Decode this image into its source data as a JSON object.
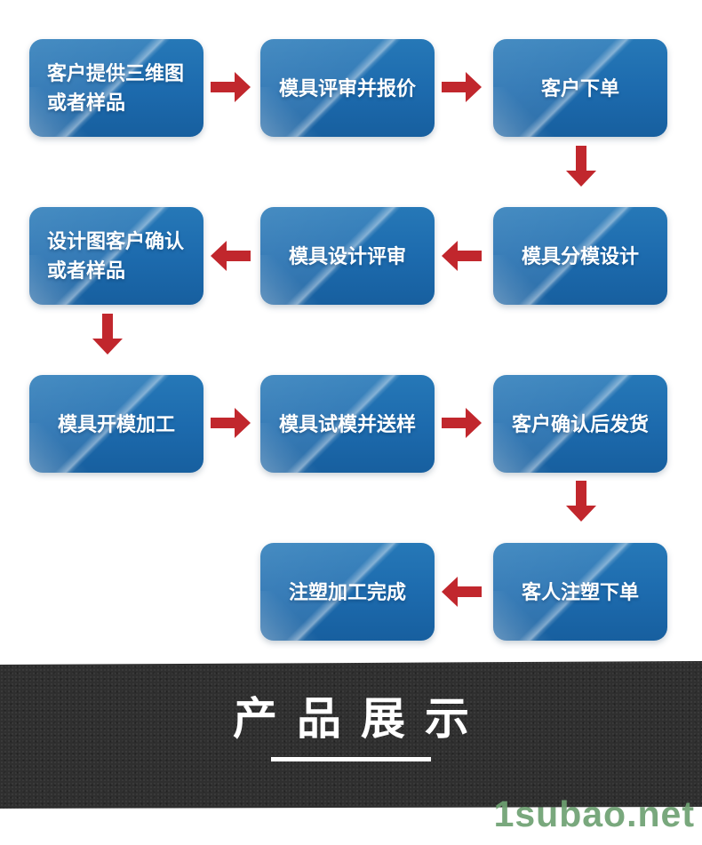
{
  "theme": {
    "arrow_red": "#c1272d",
    "box_blue": "#1d6bae",
    "banner_bg": "#2f2f2f",
    "banner_text": "#ffffff",
    "watermark_green": "#6ea172"
  },
  "flow": {
    "nodes": [
      {
        "id": "customer-provides-drawings",
        "lines": [
          "客户提供三维图",
          "或者样品"
        ]
      },
      {
        "id": "mold-review-quote",
        "lines": [
          "模具评审并报价"
        ]
      },
      {
        "id": "customer-order",
        "lines": [
          "客户下单"
        ]
      },
      {
        "id": "design-confirmation",
        "lines": [
          "设计图客户确认",
          "或者样品"
        ]
      },
      {
        "id": "mold-design-review",
        "lines": [
          "模具设计评审"
        ]
      },
      {
        "id": "mold-parting-design",
        "lines": [
          "模具分模设计"
        ]
      },
      {
        "id": "mold-machining",
        "lines": [
          "模具开模加工"
        ]
      },
      {
        "id": "mold-trial-samples",
        "lines": [
          "模具试模并送样"
        ]
      },
      {
        "id": "ship-after-confirmation",
        "lines": [
          "客户确认后发货"
        ]
      },
      {
        "id": "injection-complete",
        "lines": [
          "注塑加工完成"
        ]
      },
      {
        "id": "injection-order",
        "lines": [
          "客人注塑下单"
        ]
      }
    ]
  },
  "banner": {
    "title": "产品展示"
  },
  "watermark": {
    "text": "1subao.net"
  }
}
